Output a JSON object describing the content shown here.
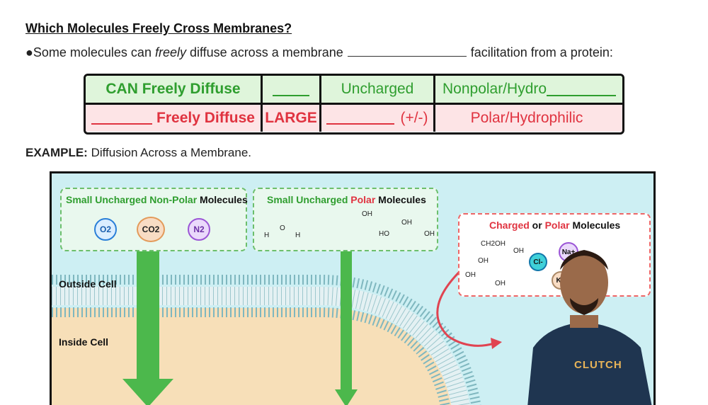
{
  "heading": "Which Molecules Freely Cross Membranes?",
  "bullet": {
    "prefix": "●Some molecules can ",
    "emph": "freely",
    "middle": " diffuse across a membrane",
    "suffix": "facilitation from a protein:"
  },
  "table": {
    "row1": [
      "CAN Freely Diffuse",
      "_____",
      "Uncharged",
      "Nonpolar/Hydro"
    ],
    "row2": [
      "Freely Diffuse",
      "LARGE",
      "(+/-)",
      "Polar/Hydrophilic"
    ]
  },
  "example": {
    "label": "EXAMPLE:",
    "text": " Diffusion Across a Membrane."
  },
  "diagram": {
    "nonpolar_title": {
      "a": "Small Uncharged Non-Polar",
      "b": " Molecules"
    },
    "nonpolar_molecules": [
      "O2",
      "CO2",
      "N2"
    ],
    "polar_title": {
      "a": "Small Uncharged ",
      "b": "Polar",
      "c": " Molecules"
    },
    "charged_title": {
      "a": "Charged",
      "b": " or ",
      "c": "Polar",
      "d": " Molecules"
    },
    "ions": [
      "Cl-",
      "Na+",
      "K+"
    ],
    "outside_label": "Outside Cell",
    "inside_label": "Inside Cell",
    "glucose_labels": [
      "CH2OH",
      "OH",
      "OH",
      "OH",
      "OH"
    ],
    "water_labels": [
      "H",
      "O",
      "H"
    ],
    "glycerol_labels": [
      "OH",
      "HO",
      "OH"
    ],
    "steroid_label": "OH",
    "shirt_text": "CLUTCH"
  },
  "colors": {
    "green_text": "#2f9e2f",
    "red_text": "#e03340",
    "membrane_head": "#7fb7bf",
    "arrow_green": "#4cb84c",
    "cytoplasm": "#f7dfb8",
    "extracellular": "#cdeff3"
  }
}
